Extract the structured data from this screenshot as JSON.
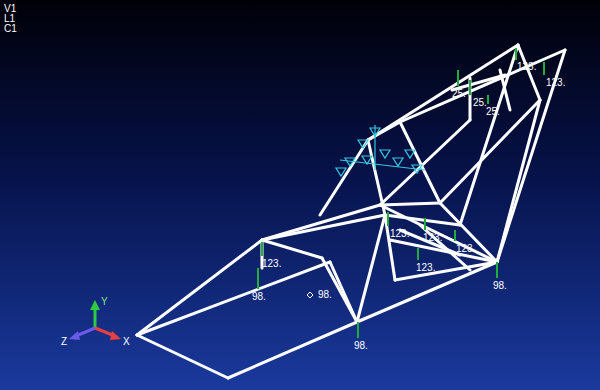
{
  "diagram": {
    "labels": [
      "V1",
      "L1",
      "C1",
      "123.",
      "123.",
      "25.",
      "25.",
      "25.",
      "123.",
      "123.",
      "123.",
      "123.",
      "123.",
      "98.",
      "98.",
      "98.",
      "98.",
      "Y",
      "Z",
      "X"
    ]
  }
}
